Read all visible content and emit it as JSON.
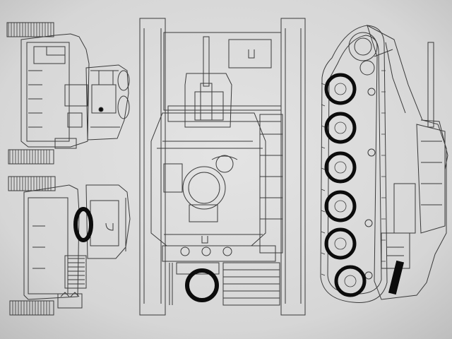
{
  "sheet": {
    "paper_color": "#dcdcdc",
    "shade_color": "#c9c9c9",
    "line_color": "#3a3a3a",
    "ink_color": "#0c0c0c"
  },
  "views": [
    {
      "id": "rear-view",
      "kind": "drawing"
    },
    {
      "id": "front-view",
      "kind": "drawing"
    },
    {
      "id": "top-view",
      "kind": "drawing"
    },
    {
      "id": "side-view",
      "kind": "drawing"
    }
  ]
}
